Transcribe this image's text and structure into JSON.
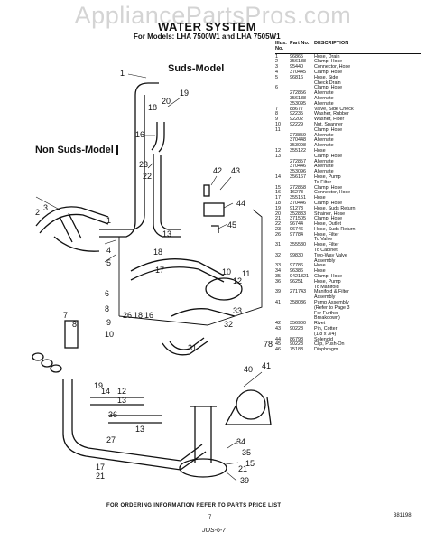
{
  "watermark": "AppliancePartsPros.com",
  "header": {
    "title": "WATER SYSTEM",
    "subtitle": "For Models: LHA 7500W1 and LHA 7505W1"
  },
  "labels": {
    "suds_model": "Suds-Model",
    "non_suds_model": "Non Suds-Model"
  },
  "callouts": [
    "1",
    "19",
    "20",
    "18",
    "16",
    "23",
    "22",
    "2",
    "3",
    "1",
    "4",
    "5",
    "42",
    "43",
    "44",
    "45",
    "13",
    "18",
    "17",
    "10",
    "12",
    "11",
    "6",
    "8",
    "9",
    "10",
    "26",
    "18",
    "16",
    "33",
    "32",
    "31",
    "7",
    "8",
    "13",
    "40",
    "41",
    "78",
    "14",
    "12",
    "13",
    "19",
    "21",
    "34",
    "35",
    "15",
    "17",
    "21",
    "36",
    "39",
    "27"
  ],
  "table": {
    "headers": {
      "illus": "Illus. No.",
      "part": "Part No.",
      "desc": "DESCRIPTION"
    },
    "rows": [
      {
        "illus": "1",
        "part": "96865",
        "desc": "Hose, Drain"
      },
      {
        "illus": "2",
        "part": "356138",
        "desc": "Clamp, Hose"
      },
      {
        "illus": "3",
        "part": "95440",
        "desc": "Connector, Hose"
      },
      {
        "illus": "4",
        "part": "370445",
        "desc": "Clamp, Hose"
      },
      {
        "illus": "5",
        "part": "96816",
        "desc": "Hose, Side"
      },
      {
        "illus": "",
        "part": "",
        "desc": "Check Drain"
      },
      {
        "illus": "6",
        "part": "",
        "desc": "Clamp, Hose"
      },
      {
        "illus": "",
        "part": "272856",
        "desc": "Alternate"
      },
      {
        "illus": "",
        "part": "356138",
        "desc": "Alternate"
      },
      {
        "illus": "",
        "part": "353095",
        "desc": "Alternate"
      },
      {
        "illus": "7",
        "part": "88677",
        "desc": "Valve, Side Check"
      },
      {
        "illus": "8",
        "part": "92235",
        "desc": "Washer, Rubber"
      },
      {
        "illus": "9",
        "part": "92202",
        "desc": "Washer, Fiber"
      },
      {
        "illus": "10",
        "part": "92229",
        "desc": "Nut, Spanner"
      },
      {
        "illus": "11",
        "part": "",
        "desc": "Clamp, Hose"
      },
      {
        "illus": "",
        "part": "273859",
        "desc": "Alternate"
      },
      {
        "illus": "",
        "part": "370448",
        "desc": "Alternate"
      },
      {
        "illus": "",
        "part": "353098",
        "desc": "Alternate"
      },
      {
        "illus": "12",
        "part": "355122",
        "desc": "Hose"
      },
      {
        "illus": "13",
        "part": "",
        "desc": "Clamp, Hose"
      },
      {
        "illus": "",
        "part": "272857",
        "desc": "Alternate"
      },
      {
        "illus": "",
        "part": "370446",
        "desc": "Alternate"
      },
      {
        "illus": "",
        "part": "353096",
        "desc": "Alternate"
      },
      {
        "illus": "14",
        "part": "356167",
        "desc": "Hose, Pump"
      },
      {
        "illus": "",
        "part": "",
        "desc": "To Filter"
      },
      {
        "illus": "15",
        "part": "272858",
        "desc": "Clamp, Hose"
      },
      {
        "illus": "16",
        "part": "16273",
        "desc": "Connector, Hose"
      },
      {
        "illus": "17",
        "part": "355151",
        "desc": "Hose"
      },
      {
        "illus": "18",
        "part": "370446",
        "desc": "Clamp, Hose"
      },
      {
        "illus": "19",
        "part": "91273",
        "desc": "Hose, Suds Return"
      },
      {
        "illus": "20",
        "part": "352833",
        "desc": "Strainer, Hose"
      },
      {
        "illus": "21",
        "part": "371505",
        "desc": "Clamp, Hose"
      },
      {
        "illus": "22",
        "part": "96744",
        "desc": "Hose, Outlet"
      },
      {
        "illus": "23",
        "part": "96746",
        "desc": "Hose, Suds Return"
      },
      {
        "illus": "26",
        "part": "97784",
        "desc": "Hose, Filter"
      },
      {
        "illus": "",
        "part": "",
        "desc": "To Valve"
      },
      {
        "illus": "31",
        "part": "355530",
        "desc": "Hose, Filter"
      },
      {
        "illus": "",
        "part": "",
        "desc": "To Cabinet"
      },
      {
        "illus": "32",
        "part": "99830",
        "desc": "Two-Way Valve"
      },
      {
        "illus": "",
        "part": "",
        "desc": "Assembly"
      },
      {
        "illus": "33",
        "part": "97786",
        "desc": "Hose"
      },
      {
        "illus": "34",
        "part": "96386",
        "desc": "Hose"
      },
      {
        "illus": "35",
        "part": "9421321",
        "desc": "Clamp, Hose"
      },
      {
        "illus": "36",
        "part": "96251",
        "desc": "Hose, Pump"
      },
      {
        "illus": "",
        "part": "",
        "desc": "To Manifold"
      },
      {
        "illus": "39",
        "part": "271743",
        "desc": "Manifold & Filter"
      },
      {
        "illus": "",
        "part": "",
        "desc": "Assembly"
      },
      {
        "illus": "41",
        "part": "358036",
        "desc": "Pump Assembly"
      },
      {
        "illus": "",
        "part": "",
        "desc": "(Refer to Page 3"
      },
      {
        "illus": "",
        "part": "",
        "desc": "For Further"
      },
      {
        "illus": "",
        "part": "",
        "desc": "Breakdown)"
      },
      {
        "illus": "42",
        "part": "356900",
        "desc": "Rivet"
      },
      {
        "illus": "43",
        "part": "90228",
        "desc": "Pin, Cotter"
      },
      {
        "illus": "",
        "part": "",
        "desc": "(1/8 x 3/4)"
      },
      {
        "illus": "44",
        "part": "86798",
        "desc": "Solenoid"
      },
      {
        "illus": "45",
        "part": "90223",
        "desc": "Clip, Push-On"
      },
      {
        "illus": "46",
        "part": "75183",
        "desc": "Diaphragm"
      }
    ]
  },
  "footer": {
    "note": "FOR ORDERING INFORMATION REFER TO PARTS PRICE LIST",
    "page": "7",
    "doc_number": "381198",
    "handwritten": "JOS-6-7"
  }
}
